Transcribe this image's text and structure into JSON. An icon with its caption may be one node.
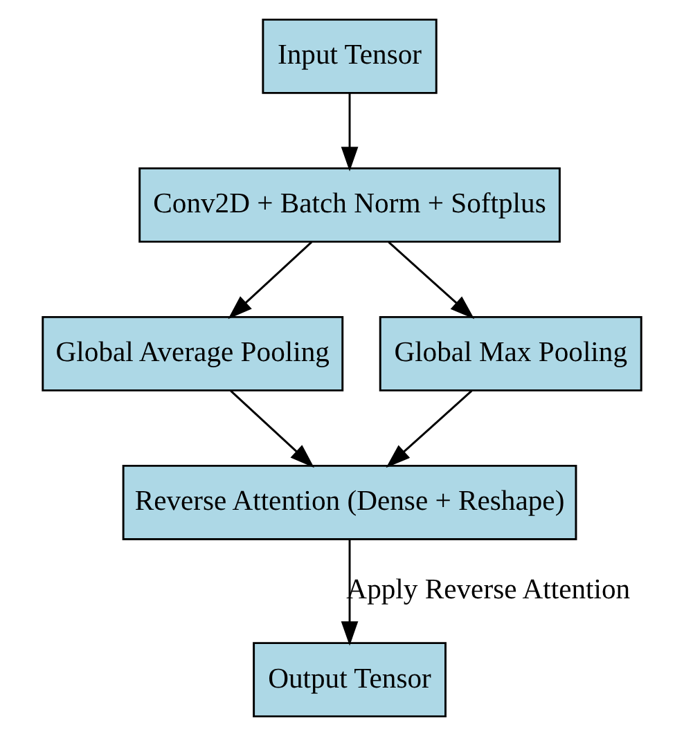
{
  "diagram": {
    "nodes": [
      {
        "text": [
          "Input Tensor"
        ]
      },
      {
        "text": [
          "Conv2D + Batch Norm + Softplus"
        ]
      },
      {
        "text": [
          "Global Average Pooling"
        ]
      },
      {
        "text": [
          "Global Max Pooling"
        ]
      },
      {
        "text": [
          "Reverse Attention (Dense + Reshape)"
        ]
      },
      {
        "text": [
          "Output Tensor"
        ]
      }
    ],
    "edges": [
      {
        "from": 0,
        "to": 1,
        "arrow": "to"
      },
      {
        "from": 1,
        "to": 2,
        "arrow": "to"
      },
      {
        "from": 1,
        "to": 3,
        "arrow": "to"
      },
      {
        "from": 2,
        "to": 4,
        "arrow": "to"
      },
      {
        "from": 3,
        "to": 4,
        "arrow": "to"
      },
      {
        "from": 4,
        "to": 5,
        "arrow": "to",
        "label": "Apply Reverse Attention"
      }
    ]
  }
}
